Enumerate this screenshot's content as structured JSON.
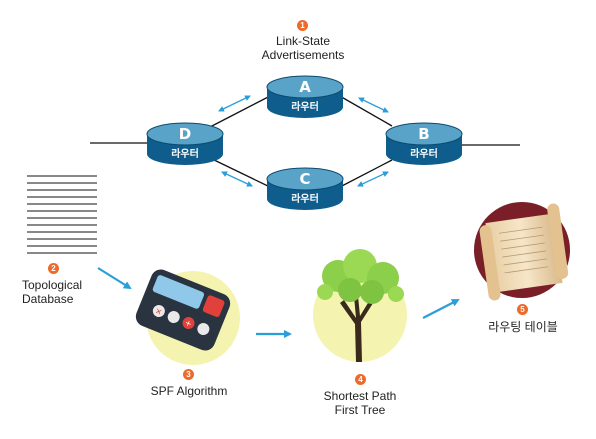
{
  "steps": [
    {
      "num": "1",
      "label_lines": [
        "Link-State",
        "Advertisements"
      ]
    },
    {
      "num": "2",
      "label_lines": [
        "Topological",
        "Database"
      ]
    },
    {
      "num": "3",
      "label_lines": [
        "SPF Algorithm"
      ]
    },
    {
      "num": "4",
      "label_lines": [
        "Shortest Path",
        "First Tree"
      ]
    },
    {
      "num": "5",
      "label_lines": [
        "라우팅 테이블"
      ]
    }
  ],
  "routers": [
    {
      "letter": "A",
      "caption": "라우터"
    },
    {
      "letter": "B",
      "caption": "라우터"
    },
    {
      "letter": "C",
      "caption": "라우터"
    },
    {
      "letter": "D",
      "caption": "라우터"
    }
  ],
  "colors": {
    "router_top": "#5aa3c8",
    "router_body": "#0f5d8c",
    "router_ring": "#083e5f",
    "arrow": "#2a9ed8",
    "badge": "#ec6a2b",
    "spf_circle": "#f4f4b0",
    "tree_circle": "#f4f4b0",
    "table_circle": "#7a1e28"
  }
}
